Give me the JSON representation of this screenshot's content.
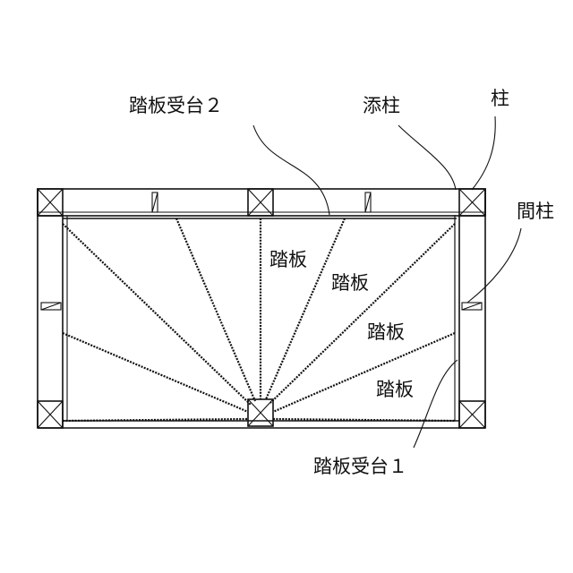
{
  "labels": {
    "tread_support_2": "踏板受台２",
    "soe_bashira": "添柱",
    "hashira": "柱",
    "ma_bashira": "間柱",
    "tread": "踏板",
    "tread_support_1": "踏板受台１"
  },
  "colors": {
    "ink": "#111111",
    "background": "#ffffff"
  }
}
